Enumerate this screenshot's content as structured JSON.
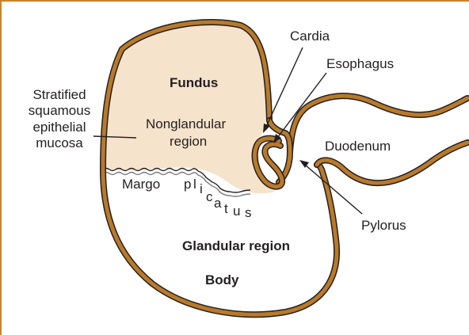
{
  "labels": {
    "fundus": "Fundus",
    "nonglandular_line1": "Nonglandular",
    "nonglandular_line2": "region",
    "stratified_line1": "Stratified",
    "stratified_line2": "squamous",
    "stratified_line3": "epithelial",
    "stratified_line4": "mucosa",
    "cardia": "Cardia",
    "esophagus": "Esophagus",
    "duodenum": "Duodenum",
    "pylorus": "Pylorus",
    "margo_plicatus": [
      "Margo",
      "p",
      "l",
      "i",
      "c",
      "a",
      "t",
      "u",
      "s"
    ],
    "glandular_region": "Glandular region",
    "body": "Body"
  },
  "colors": {
    "border": "#c8842c",
    "wall": "#b87a2a",
    "outline": "#231f20",
    "nonglandular_fill": "#f6e3cc",
    "background": "#ffffff"
  }
}
